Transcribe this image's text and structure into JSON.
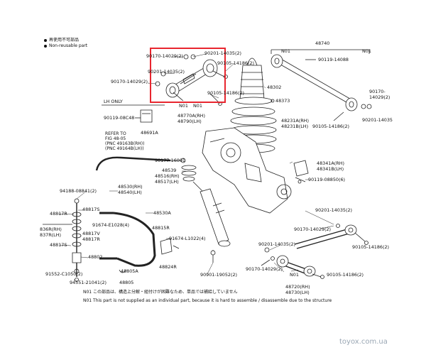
{
  "legend": {
    "item1": "再使用不可部品",
    "item2": "Non-reusable part"
  },
  "labels": {
    "p90170_14029_top": "90170-14029(2)",
    "p90201_14035_top": "90201-14035(2)",
    "p90105_14186_top": "90105-14186(2)",
    "p90201_14035_mid": "90201-14035(2)",
    "p90170_14029_mid": "90170-14029(2)",
    "p90105_14186_mid": "90105-14186(2)",
    "lh_only": "LH ONLY",
    "n01_a": "N01",
    "n01_b": "N01",
    "p48770a_rh": "48770A(RH)",
    "p48790_lh": "48790(LH)",
    "p90119_08c48": "90119-08C48",
    "p48691a": "48691A",
    "p48302": "48302",
    "p48373": "48373",
    "p48231a_rh": "48231A(RH)",
    "p48231_lh": "48231B(LH)",
    "p48740": "48740",
    "n01_c": "N01",
    "n01_d": "N01",
    "p90119_14088": "90119-14088",
    "p90170_14029_r": "90170-",
    "p90170_14029_r2": "14029(2)",
    "p90201_14035_r": "90201-14035",
    "p90105_14186_r": "90105-14186(2)",
    "p90177_16001": "90177-16001",
    "p48539": "48539",
    "p48516_rh": "48516(RH)",
    "p48517_lh": "48517(LH)",
    "p48530_rh": "48530(RH)",
    "p48540_lh": "48540(LH)",
    "p48530a": "48530A",
    "p48341a_rh": "48341A(RH)",
    "p48341b_lh": "48341B(LH)",
    "p90119_08850": "90119-08850(6)",
    "p94188_08841": "94188-08841(2)",
    "p48817r": "48817R",
    "p48817s_top": "48817S",
    "p91674_e1028": "91674-E1028(4)",
    "p836r_rh": "836R(RH)",
    "p837r_lh": "837R(LH)",
    "p48817v": "48817V",
    "p48817r_2": "48817R",
    "p48817s_2": "48817S",
    "p48802": "48802",
    "p91552_c1050": "91552-C1050(2)",
    "p94551_21041": "94551-21041(2)",
    "p48805a": "48805A",
    "p48805": "48805",
    "p48815r": "48815R",
    "p91674_l1022": "91674-L1022(4)",
    "p48824r": "48824R",
    "p90901_19052": "90901-19052(2)",
    "p90201_14035_br": "90201-14035(2)",
    "p90170_14029_br": "90170-14029(2)",
    "p90105_14186_br": "90105-14186(2)",
    "p90201_14035_bl": "90201-14035(2)",
    "p90170_14029_bl": "90170-14029(2)",
    "n01_e": "N01",
    "p90105_14186_bm": "90105-14186(2)",
    "p48720_rh": "48720(RH)",
    "p48730_lh": "48730(LH)"
  },
  "refer": {
    "line1": "REFER TO",
    "line2": "FIG 48-05",
    "line3": "(PNC 49163B(RH))",
    "line4": "(PNC 49164B(LH))"
  },
  "footnotes": {
    "jp": "N01  この部品は、構造上分解・組付けが困難なため、単品では補給していません",
    "en": "N01  This part is not supplied as an individual part, because it is hard to assemble / disassemble due to the structure"
  },
  "watermark": "toyox.com.ua",
  "colors": {
    "highlight": "#e8262f",
    "line": "#222222"
  }
}
